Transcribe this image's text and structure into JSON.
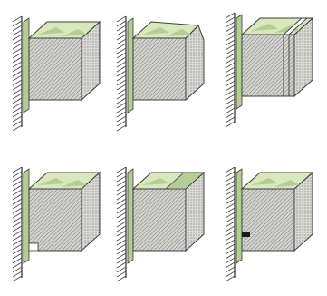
{
  "diagram": {
    "kind": "illustration",
    "panel_count": 6,
    "colors": {
      "background": "#ffffff",
      "top_face": "#d6e8bc",
      "top_face_dark": "#b4cd94",
      "front_face": "#d4d4ce",
      "hatch_stroke": "#6f6f6f",
      "outline": "#3c3c3c",
      "wall_stroke": "#4a4a4a",
      "notch": "#1a1a1a"
    },
    "panels": [
      {
        "variant": "plain-block"
      },
      {
        "variant": "block-with-end-bevel"
      },
      {
        "variant": "block-with-grooved-end"
      },
      {
        "variant": "block-with-bottom-notch"
      },
      {
        "variant": "block-with-stepped-top"
      },
      {
        "variant": "block-with-side-slot"
      }
    ]
  }
}
